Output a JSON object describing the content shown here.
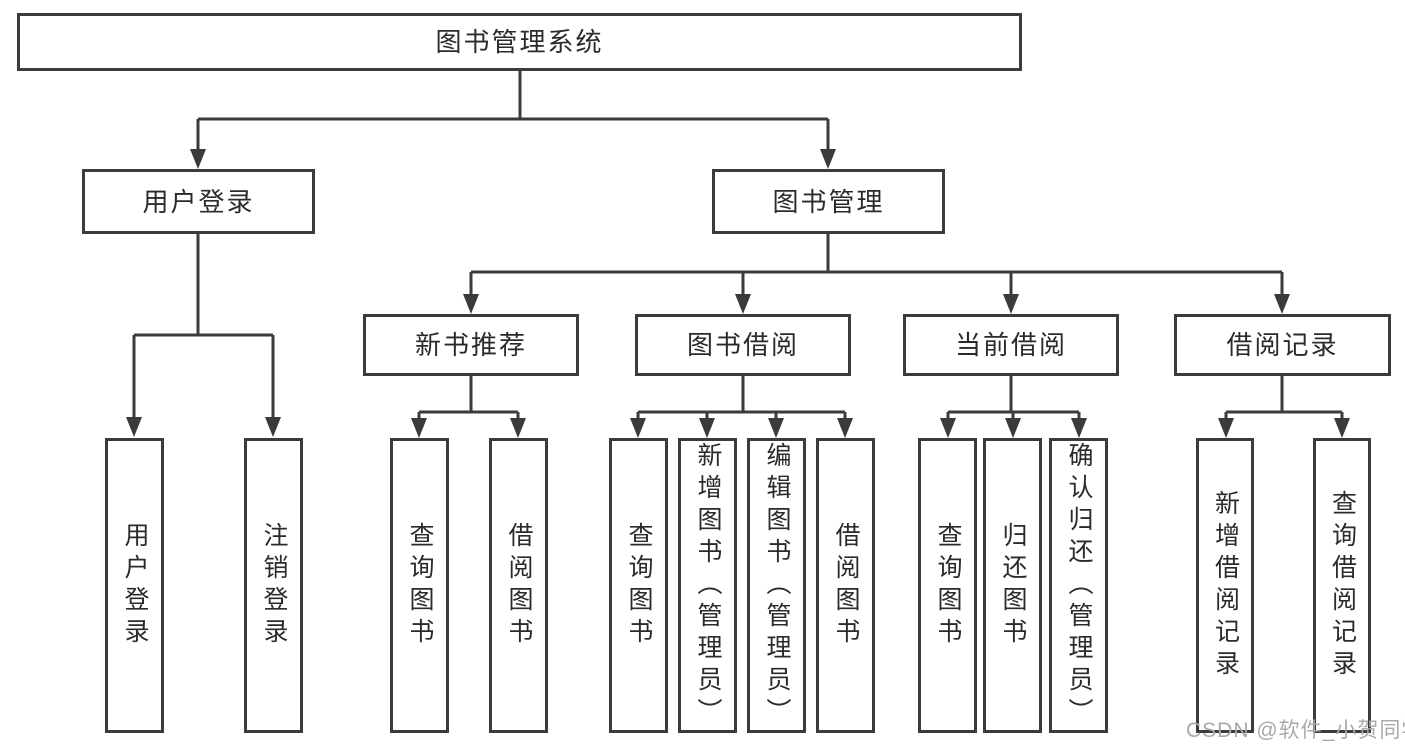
{
  "diagram": {
    "tree": {
      "root": {
        "label": "图书管理系统",
        "children": [
          {
            "label": "用户登录",
            "children": [
              {
                "label": "用户登录"
              },
              {
                "label": "注销登录"
              }
            ]
          },
          {
            "label": "图书管理",
            "children": [
              {
                "label": "新书推荐",
                "children": [
                  {
                    "label": "查询图书"
                  },
                  {
                    "label": "借阅图书"
                  }
                ]
              },
              {
                "label": "图书借阅",
                "children": [
                  {
                    "label": "查询图书"
                  },
                  {
                    "label": "新增图书（管理员）"
                  },
                  {
                    "label": "编辑图书（管理员）"
                  },
                  {
                    "label": "借阅图书"
                  }
                ]
              },
              {
                "label": "当前借阅",
                "children": [
                  {
                    "label": "查询图书"
                  },
                  {
                    "label": "归还图书"
                  },
                  {
                    "label": "确认归还（管理员）"
                  }
                ]
              },
              {
                "label": "借阅记录",
                "children": [
                  {
                    "label": "新增借阅记录"
                  },
                  {
                    "label": "查询借阅记录"
                  }
                ]
              }
            ]
          }
        ]
      }
    },
    "watermark": "CSDN @软件_小贺同学",
    "colors": {
      "line": "#3b3b3b",
      "text": "#2b2b2b",
      "watermark": "#a9a9ad",
      "background": "#ffffff"
    }
  }
}
